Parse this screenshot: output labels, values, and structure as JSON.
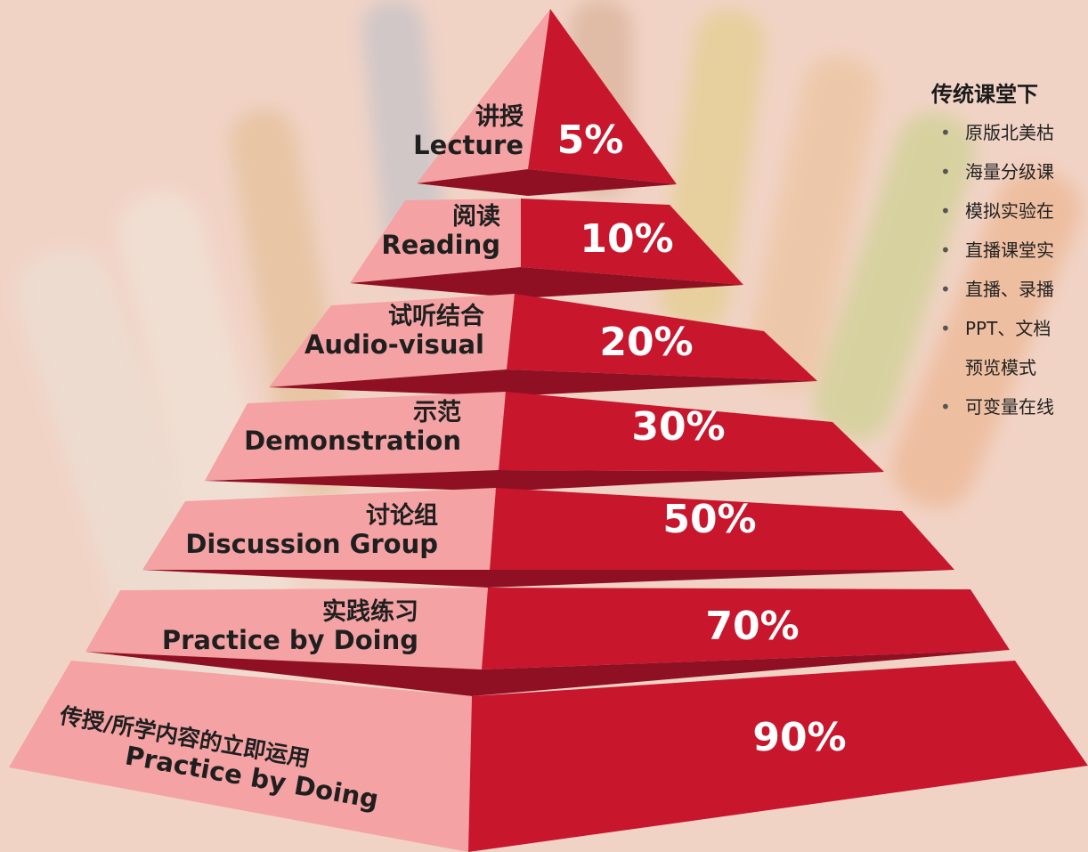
{
  "pyramid": {
    "levels": [
      {
        "cn": "讲授",
        "en": "Lecture",
        "percent": "5%"
      },
      {
        "cn": "阅读",
        "en": "Reading",
        "percent": "10%"
      },
      {
        "cn": "试听结合",
        "en": "Audio-visual",
        "percent": "20%"
      },
      {
        "cn": "示范",
        "en": "Demonstration",
        "percent": "30%"
      },
      {
        "cn": "讨论组",
        "en": "Discussion Group",
        "percent": "50%"
      },
      {
        "cn": "实践练习",
        "en": "Practice by Doing",
        "percent": "70%"
      },
      {
        "cn": "传授/所学内容的立即运用",
        "en": "Practice by Doing",
        "percent": "90%"
      }
    ],
    "colors": {
      "light": "#f4a2a3",
      "dark": "#c8162d",
      "shadow": "#8f1023"
    }
  },
  "panel": {
    "title": "传统课堂下",
    "bullets": [
      "原版北美枯",
      "海量分级课",
      "模拟实验在",
      "直播课堂实",
      "直播、录播",
      "PPT、文档",
      "可变量在线"
    ],
    "bullet_continuation": "预览模式"
  }
}
